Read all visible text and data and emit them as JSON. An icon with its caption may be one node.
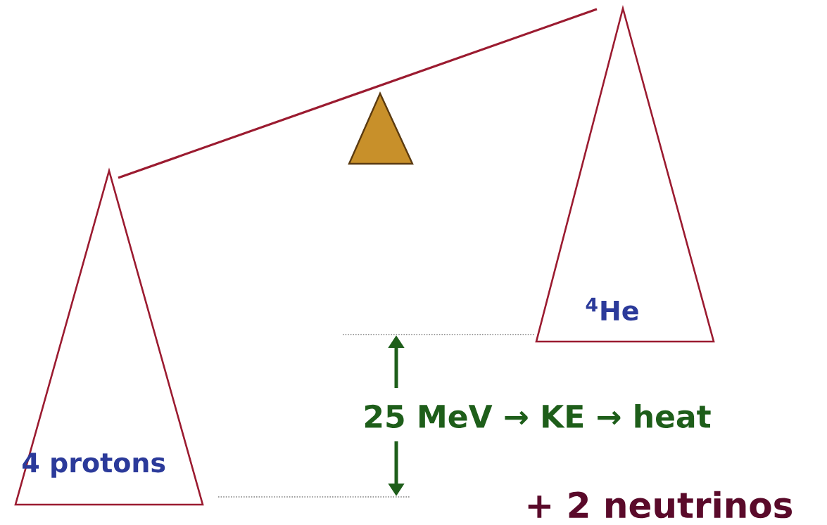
{
  "diagram": {
    "nodes": [
      {
        "text": [
          "4 protons"
        ]
      },
      {
        "text": [],
        "shape": "triangle"
      },
      {
        "text": [
          "$^{4}$He"
        ]
      }
    ],
    "labels": [
      "25 MeV → KE → heat",
      "+ 2 neutrinos"
    ]
  }
}
